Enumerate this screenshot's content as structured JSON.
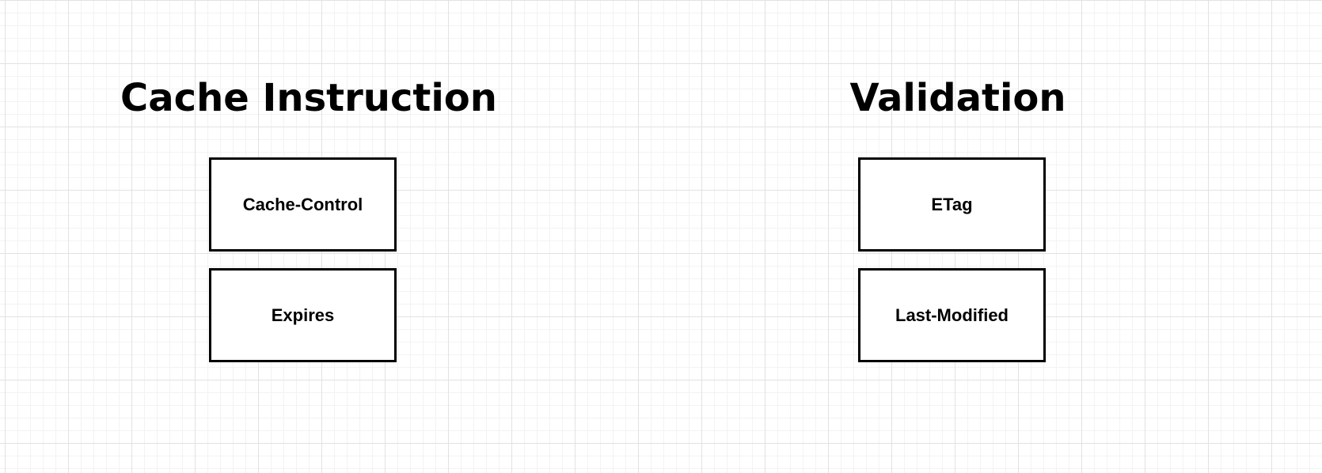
{
  "groups": [
    {
      "title": "Cache Instruction",
      "items": [
        "Cache-Control",
        "Expires"
      ]
    },
    {
      "title": "Validation",
      "items": [
        "ETag",
        "Last-Modified"
      ]
    }
  ]
}
